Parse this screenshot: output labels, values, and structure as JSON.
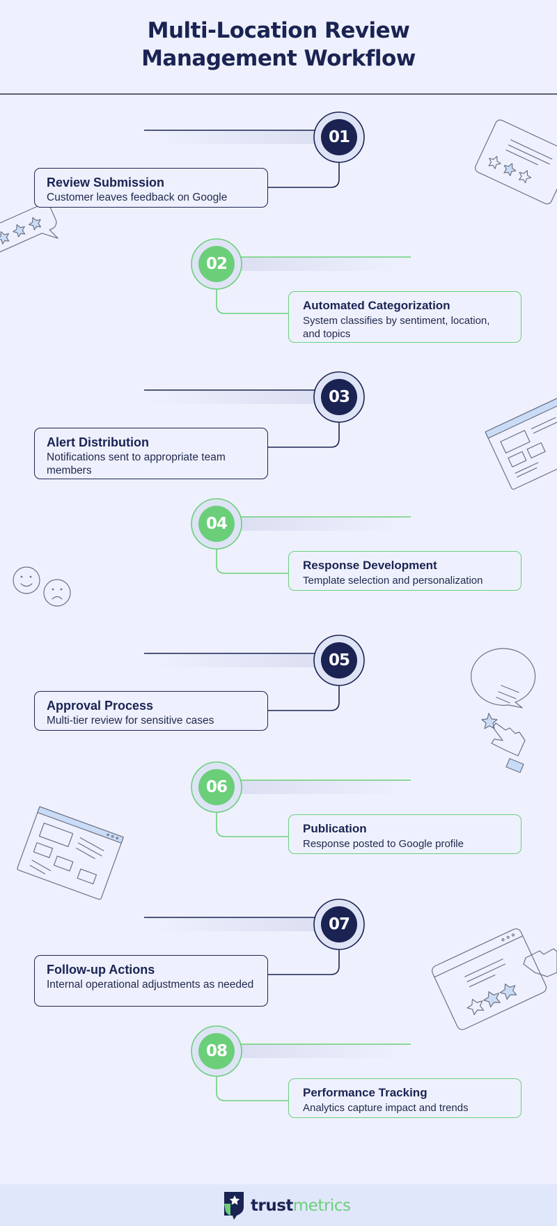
{
  "header": {
    "title_line1": "Multi-Location Review",
    "title_line2": "Management Workflow"
  },
  "steps": [
    {
      "number": "01",
      "title": "Review Submission",
      "description": "Customer leaves feedback on Google"
    },
    {
      "number": "02",
      "title": "Automated Categorization",
      "description": "System classifies by sentiment, location, and topics"
    },
    {
      "number": "03",
      "title": "Alert Distribution",
      "description": "Notifications sent to appropriate team members"
    },
    {
      "number": "04",
      "title": "Response Development",
      "description": "Template selection and personalization"
    },
    {
      "number": "05",
      "title": "Approval Process",
      "description": "Multi-tier review for sensitive cases"
    },
    {
      "number": "06",
      "title": "Publication",
      "description": "Response posted to Google profile"
    },
    {
      "number": "07",
      "title": "Follow-up Actions",
      "description": "Internal operational adjustments as needed"
    },
    {
      "number": "08",
      "title": "Performance Tracking",
      "description": "Analytics capture impact and trends"
    }
  ],
  "footer": {
    "brand_part1": "trust",
    "brand_part2": "metrics",
    "logo_icon": "shield-star-icon"
  },
  "colors": {
    "navy": "#1a2352",
    "green": "#6bcf7a",
    "background": "#eef1fd",
    "accent_blue": "#c9dcf7"
  },
  "decorations": [
    "review-stars-bubble-icon",
    "browser-window-icon",
    "smiley-faces-icon",
    "hand-tap-star-icon",
    "browser-stars-icon"
  ]
}
